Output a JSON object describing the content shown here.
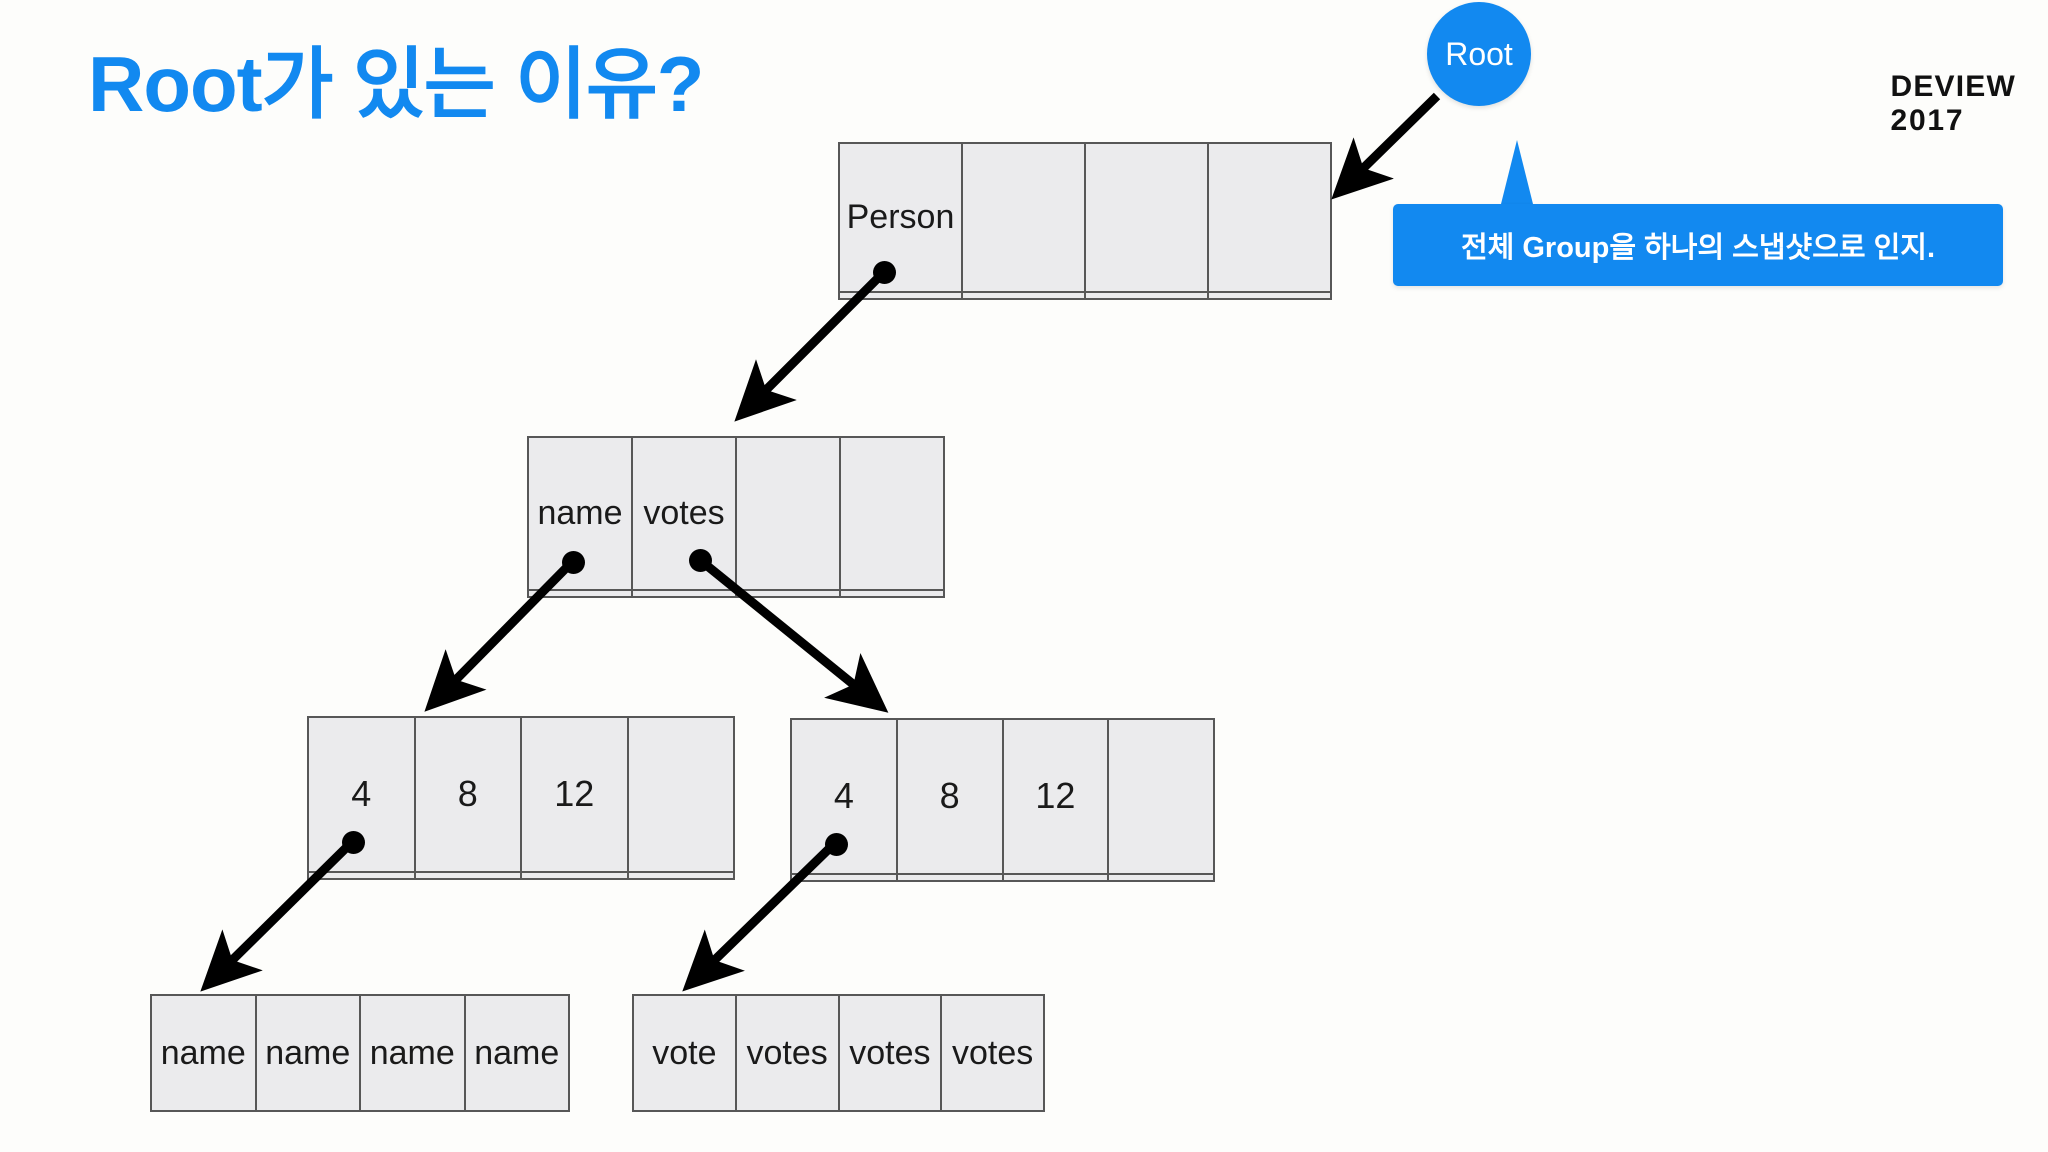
{
  "slide": {
    "title": "Root가 있는 이유?",
    "brand": {
      "line1": "DEVIEW",
      "line2": "2017"
    },
    "accent_color": "#1289f0",
    "table_fill": "#ebebed",
    "table_border": "#575757",
    "background": "#fdfdfb"
  },
  "root_node": {
    "label": "Root"
  },
  "callout": {
    "text": "전체 Group을 하나의 스냅샷으로 인지."
  },
  "tables": {
    "person": {
      "name": "person-table",
      "rows": [
        [
          "Person",
          "",
          "",
          ""
        ],
        [
          "",
          "",
          "",
          ""
        ]
      ]
    },
    "group": {
      "name": "name-votes-table",
      "rows": [
        [
          "name",
          "votes",
          "",
          ""
        ],
        [
          "",
          "",
          "",
          ""
        ]
      ]
    },
    "values_left": {
      "name": "values-table-left",
      "rows": [
        [
          "4",
          "8",
          "12",
          ""
        ],
        [
          "",
          "",
          "",
          ""
        ]
      ]
    },
    "values_right": {
      "name": "values-table-right",
      "rows": [
        [
          "4",
          "8",
          "12",
          ""
        ],
        [
          "",
          "",
          "",
          ""
        ]
      ]
    },
    "leaf_names": {
      "name": "leaf-names-table",
      "rows": [
        [
          "name",
          "name",
          "name",
          "name"
        ]
      ]
    },
    "leaf_votes": {
      "name": "leaf-votes-table",
      "rows": [
        [
          "vote",
          "votes",
          "votes",
          "votes"
        ]
      ]
    }
  }
}
